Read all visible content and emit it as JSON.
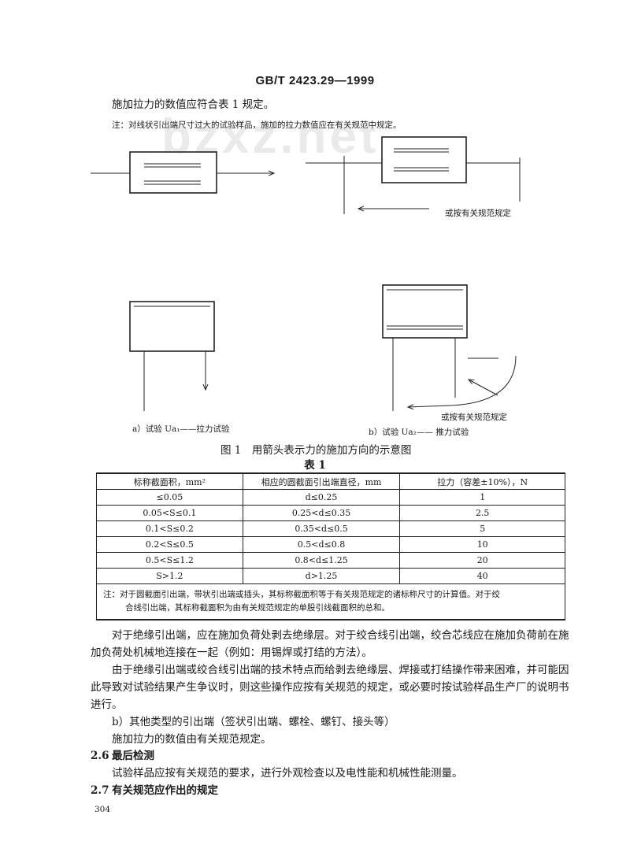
{
  "header": {
    "standard": "GB/T 2423.29—1999"
  },
  "intro": {
    "line": "施加拉力的数值应符合表 1 规定。",
    "note": "注：对线状引出端尺寸过大的试验样品，施加的拉力数值应在有关规范中规定。"
  },
  "watermark": "bzxz.net",
  "figure": {
    "label_top": "或按有关规范规定",
    "label_bottom": "或按有关规范规定",
    "caption_a": "a）试验 Ua₁——拉力试验",
    "caption_b": "b）试验 Ua₂—— 推力试验",
    "title": "图 1　用箭头表示力的施加方向的示意图"
  },
  "table": {
    "title": "表 1",
    "headers": [
      "标称截面积，mm²",
      "相应的圆截面引出端直径，mm",
      "拉力（容差±10%），N"
    ],
    "rows": [
      [
        "≤0.05",
        "d≤0.25",
        "1"
      ],
      [
        "0.05<S≤0.1",
        "0.25<d≤0.35",
        "2.5"
      ],
      [
        "0.1<S≤0.2",
        "0.35<d≤0.5",
        "5"
      ],
      [
        "0.2<S≤0.5",
        "0.5<d≤0.8",
        "10"
      ],
      [
        "0.5<S≤1.2",
        "0.8<d≤1.25",
        "20"
      ],
      [
        "S>1.2",
        "d>1.25",
        "40"
      ]
    ],
    "note_line1": "注：对于圆截面引出端，带状引出端或插头，其标称截面积等于有关规范规定的诸标称尺寸的计算值。对于绞",
    "note_line2": "合线引出端，其标称截面积为由有关规范规定的单股引线截面积的总和。"
  },
  "body": {
    "p1_l1": "对于绝缘引出端，应在施加负荷处剥去绝缘层。对于绞合线引出端，绞合芯线应在施加负荷前在施",
    "p1_l2": "加负荷处机械地连接在一起（例如：用锡焊或打结的方法）。",
    "p2_l1": "由于绝缘引出端或绞合线引出端的技术特点而给剥去绝缘层、焊接或打结操作带来困难，并可能因",
    "p2_l2": "此导致对试验结果产生争议时，则这些操作应按有关规范的规定，或必要时按试验样品生产厂的说明书",
    "p2_l3": "进行。",
    "p3": "b）其他类型的引出端（签状引出端、螺栓、螺钉、接头等）",
    "p4": "施加拉力的数值由有关规范规定。",
    "s26_num": "2.6",
    "s26_title": "最后检测",
    "s26_text": "试验样品应按有关规范的要求，进行外观检查以及电性能和机械性能测量。",
    "s27_num": "2.7",
    "s27_title": "有关规范应作出的规定"
  },
  "page_number": "304"
}
